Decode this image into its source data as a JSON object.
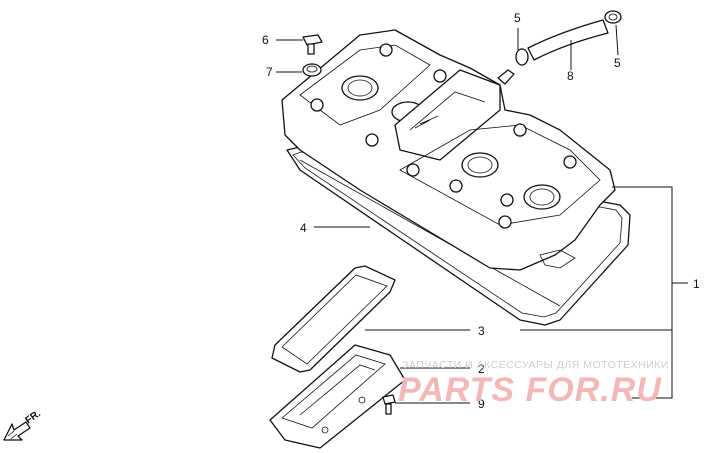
{
  "diagram": {
    "callouts": {
      "c1": "1",
      "c2": "2",
      "c3": "3",
      "c4": "4",
      "c5a": "5",
      "c5b": "5",
      "c6": "6",
      "c7": "7",
      "c8": "8",
      "c9": "9"
    },
    "direction_label": "FR.",
    "watermark": {
      "tagline": "ЗАПЧАСТИ И АКСЕССУАРЫ ДЛЯ МОТОТЕХНИКИ",
      "logo": "PARTS FOR.RU"
    }
  }
}
